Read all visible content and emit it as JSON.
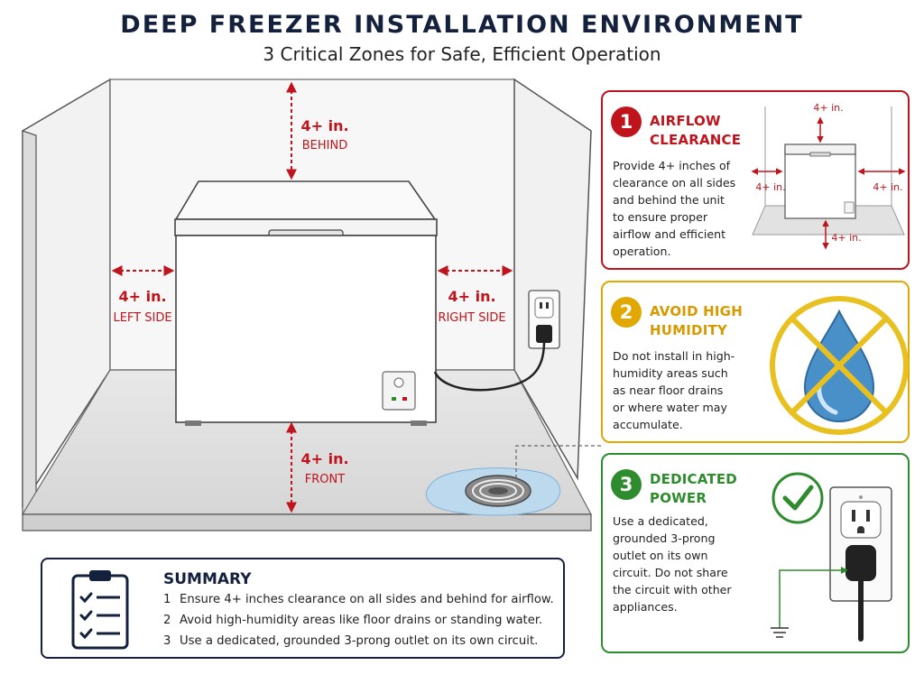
{
  "title": "DEEP FREEZER INSTALLATION ENVIRONMENT",
  "subtitle": "3 Critical Zones for Safe, Efficient Operation",
  "colors": {
    "navy": "#14213d",
    "red": "#c0141c",
    "amber": "#e0a800",
    "green": "#2e8b2e",
    "water": "#4a90c8"
  },
  "scene": {
    "behind": {
      "value": "4+ in.",
      "label": "BEHIND"
    },
    "left": {
      "value": "4+ in.",
      "label": "LEFT SIDE"
    },
    "right": {
      "value": "4+ in.",
      "label": "RIGHT SIDE"
    },
    "front": {
      "value": "4+ in.",
      "label": "FRONT"
    }
  },
  "cards": [
    {
      "number": "1",
      "title_lines": [
        "AIRFLOW",
        "CLEARANCE"
      ],
      "text_lines": [
        "Provide 4+ inches of",
        "clearance on all sides",
        "and behind the unit",
        "to ensure proper",
        "airflow and efficient",
        "operation."
      ],
      "mini_labels": {
        "top": "4+ in.",
        "left": "4+ in.",
        "right": "4+ in.",
        "bottom": "4+ in."
      }
    },
    {
      "number": "2",
      "title_lines": [
        "AVOID HIGH",
        "HUMIDITY"
      ],
      "text_lines": [
        "Do not install in high-",
        "humidity areas such",
        "as near floor drains",
        "or where water may",
        "accumulate."
      ]
    },
    {
      "number": "3",
      "title_lines": [
        "DEDICATED",
        "POWER"
      ],
      "text_lines": [
        "Use a dedicated,",
        "grounded 3-prong",
        "outlet on its own",
        "circuit. Do not share",
        "the circuit with other",
        "appliances."
      ]
    }
  ],
  "summary": {
    "title": "SUMMARY",
    "items": [
      {
        "n": "1",
        "text": "Ensure 4+ inches clearance on all sides and behind for airflow."
      },
      {
        "n": "2",
        "text": "Avoid high-humidity areas like floor drains or standing water."
      },
      {
        "n": "3",
        "text": "Use a dedicated, grounded 3-prong outlet on its own circuit."
      }
    ]
  }
}
